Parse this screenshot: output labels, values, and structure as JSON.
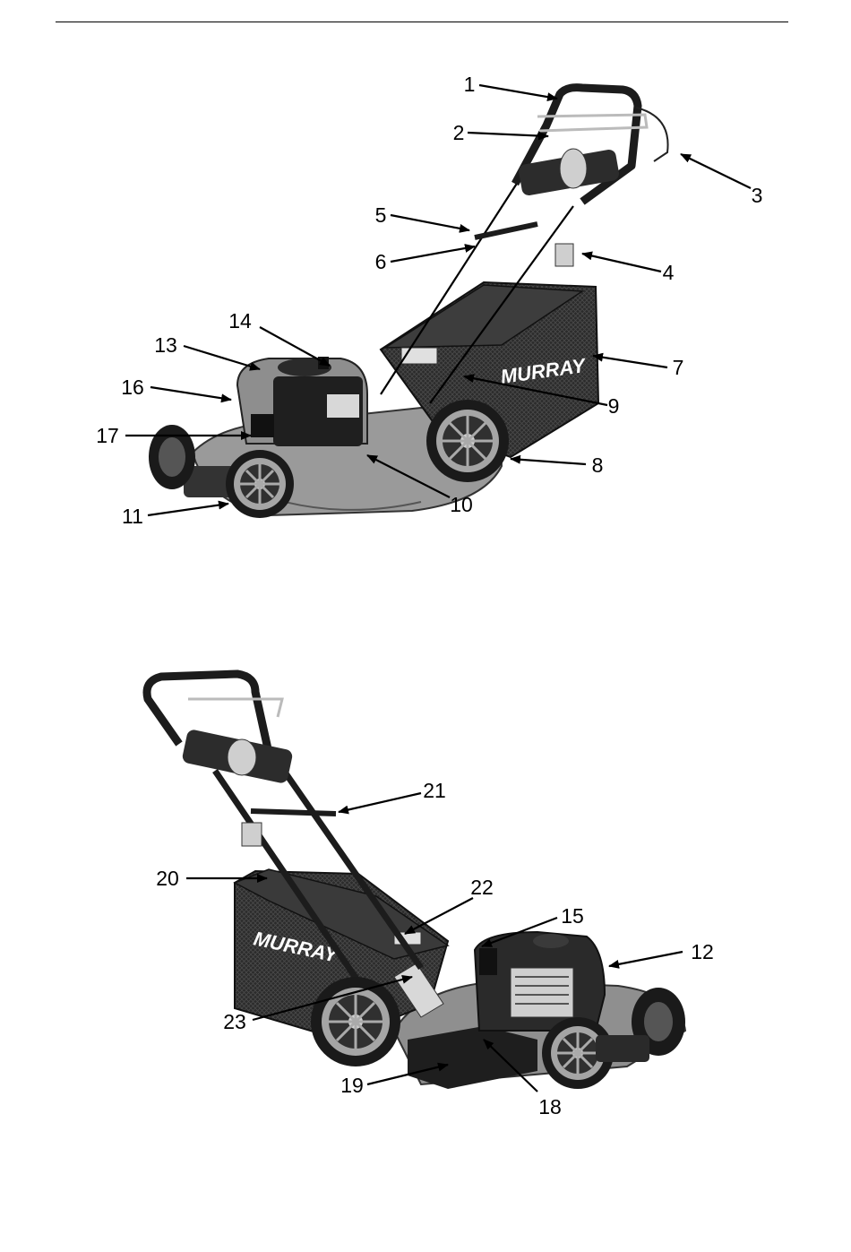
{
  "top_figure": {
    "callouts": [
      "1",
      "2",
      "3",
      "4",
      "5",
      "6",
      "7",
      "8",
      "9",
      "10",
      "11",
      "13",
      "14",
      "16",
      "17"
    ],
    "brand": "MURRAY"
  },
  "bottom_figure": {
    "callouts": [
      "12",
      "15",
      "18",
      "19",
      "20",
      "21",
      "22",
      "23"
    ],
    "brand": "MURRAY"
  }
}
